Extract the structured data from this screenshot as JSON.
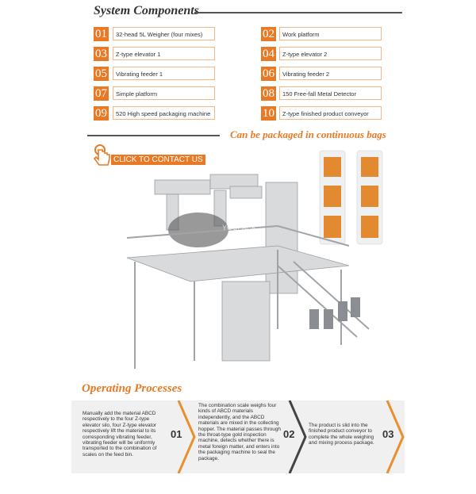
{
  "components": {
    "title": "System Components",
    "items": [
      {
        "num": "01",
        "label": "32-head 5L Weigher (four mixes)"
      },
      {
        "num": "02",
        "label": "Work platform"
      },
      {
        "num": "03",
        "label": "Z-type elevator 1"
      },
      {
        "num": "04",
        "label": "Z-type elevator 2"
      },
      {
        "num": "05",
        "label": "Vibrating feeder 1"
      },
      {
        "num": "06",
        "label": "Vibrating feeder 2"
      },
      {
        "num": "07",
        "label": "Simple platform"
      },
      {
        "num": "08",
        "label": "150 Free-fall Metal Detector"
      },
      {
        "num": "09",
        "label": "520 High speed packaging machine"
      },
      {
        "num": "10",
        "label": "Z-type finished product conveyor"
      }
    ]
  },
  "packaging_note": "Can be packaged in continuous bags",
  "contact_button": "CLICK TO CONTACT US",
  "watermark": "YOUPACK",
  "processes": {
    "title": "Operating Processes",
    "steps": [
      {
        "num": "01",
        "text": "Manually add the material ABCD respectively to the four Z-type elevator silo, four Z-type elevator respectively lift the material to its corresponding vibrating feeder, vibrating feeder will be uniformly transported to the combination of scales on the feed bin."
      },
      {
        "num": "02",
        "text": "The combination scale weighs four kinds of ABCD materials independently, and the ABCD materials are mixed in the collecting hopper. The material passes through the throat-type gold inspection machine, detects whether there is metal foreign matter, and enters into the packaging machine to seal the package."
      },
      {
        "num": "03",
        "text": "The product is slid into the finished product conveyor to complete the whole weighing and mixing process package."
      }
    ]
  },
  "colors": {
    "accent": "#e87a26",
    "dark": "#333333"
  }
}
